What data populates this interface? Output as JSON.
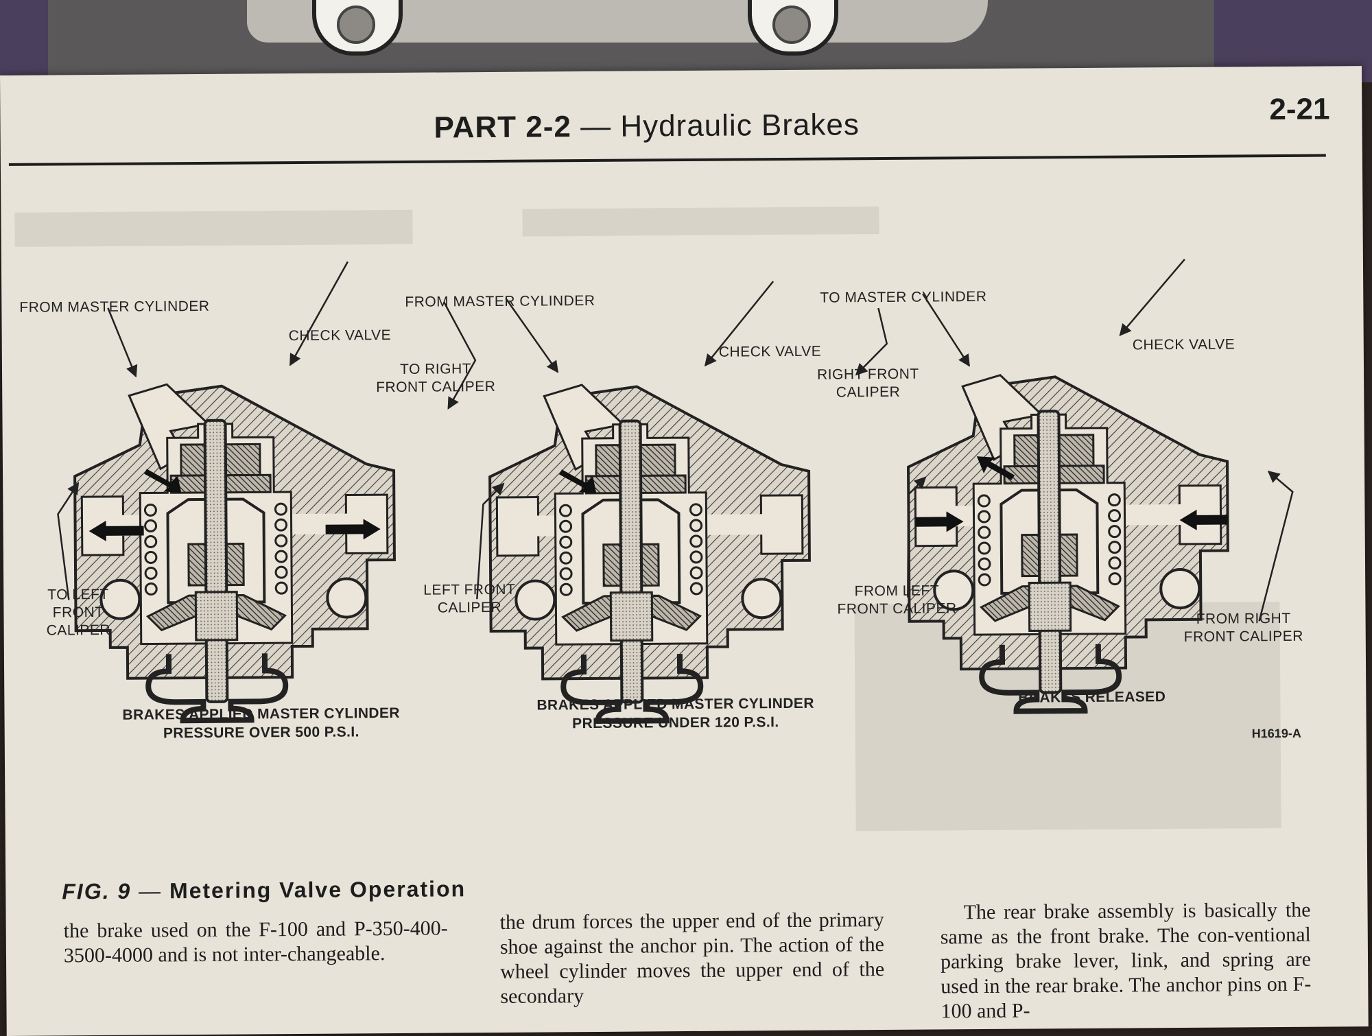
{
  "header": {
    "part": "PART 2-2",
    "dash": "—",
    "title": "Hydraulic Brakes",
    "page_number": "2-21"
  },
  "diagrams": [
    {
      "labels": {
        "inlet": "FROM MASTER CYLINDER",
        "valve": "CHECK VALVE",
        "right": "TO RIGHT\nFRONT CALIPER",
        "left": "TO LEFT\nFRONT\nCALIPER"
      },
      "caption": "BRAKES APPLIED MASTER CYLINDER\nPRESSURE OVER 500 P.S.I."
    },
    {
      "labels": {
        "inlet": "FROM MASTER CYLINDER",
        "valve": "CHECK VALVE",
        "right": "RIGHT FRONT\nCALIPER",
        "left": "LEFT FRONT\nCALIPER"
      },
      "caption": "BRAKES APPLIED MASTER CYLINDER\nPRESSURE UNDER 120 P.S.I."
    },
    {
      "labels": {
        "inlet": "TO MASTER CYLINDER",
        "valve": "CHECK VALVE",
        "left": "FROM LEFT\nFRONT CALIPER",
        "right": "FROM RIGHT\nFRONT CALIPER"
      },
      "caption": "BRAKES RELEASED"
    }
  ],
  "figure_code": "H1619-A",
  "figure_caption": {
    "number": "FIG. 9",
    "dash": "—",
    "title": "Metering Valve Operation"
  },
  "body_text": [
    "the brake used on the F-100 and P-350-400-3500-4000 and is not inter-changeable.",
    "the drum forces the upper end of the primary shoe against the anchor pin. The action of the wheel cylinder moves the upper end of the secondary",
    "The rear brake assembly is basically the same as the front brake. The con-ventional parking brake lever, link, and spring are used in the rear brake. The anchor pins on F-100 and P-"
  ]
}
